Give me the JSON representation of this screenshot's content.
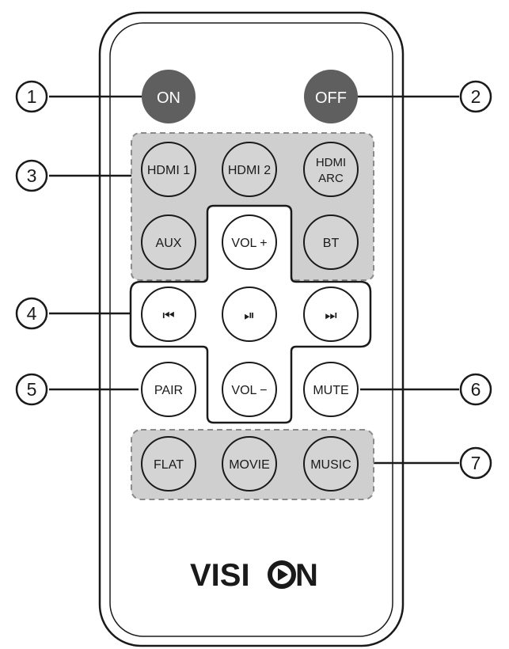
{
  "buttons": {
    "on": "ON",
    "off": "OFF",
    "hdmi1": "HDMI 1",
    "hdmi2": "HDMI 2",
    "hdmi_arc_line1": "HDMI",
    "hdmi_arc_line2": "ARC",
    "aux": "AUX",
    "vol_up": "VOL +",
    "bt": "BT",
    "prev": "⏮",
    "play_pause": "⏯",
    "next": "⏭",
    "pair": "PAIR",
    "vol_down": "VOL −",
    "mute": "MUTE",
    "flat": "FLAT",
    "movie": "MOVIE",
    "music": "MUSIC"
  },
  "callouts": [
    "1",
    "2",
    "3",
    "4",
    "5",
    "6",
    "7"
  ],
  "brand": {
    "part1": "VISI",
    "part2": "N"
  },
  "colors": {
    "dark_button": "#5f5f5f",
    "group_fill": "#cfcfcf",
    "light_button": "#d4d4d4",
    "outline": "#1a1a1a"
  }
}
